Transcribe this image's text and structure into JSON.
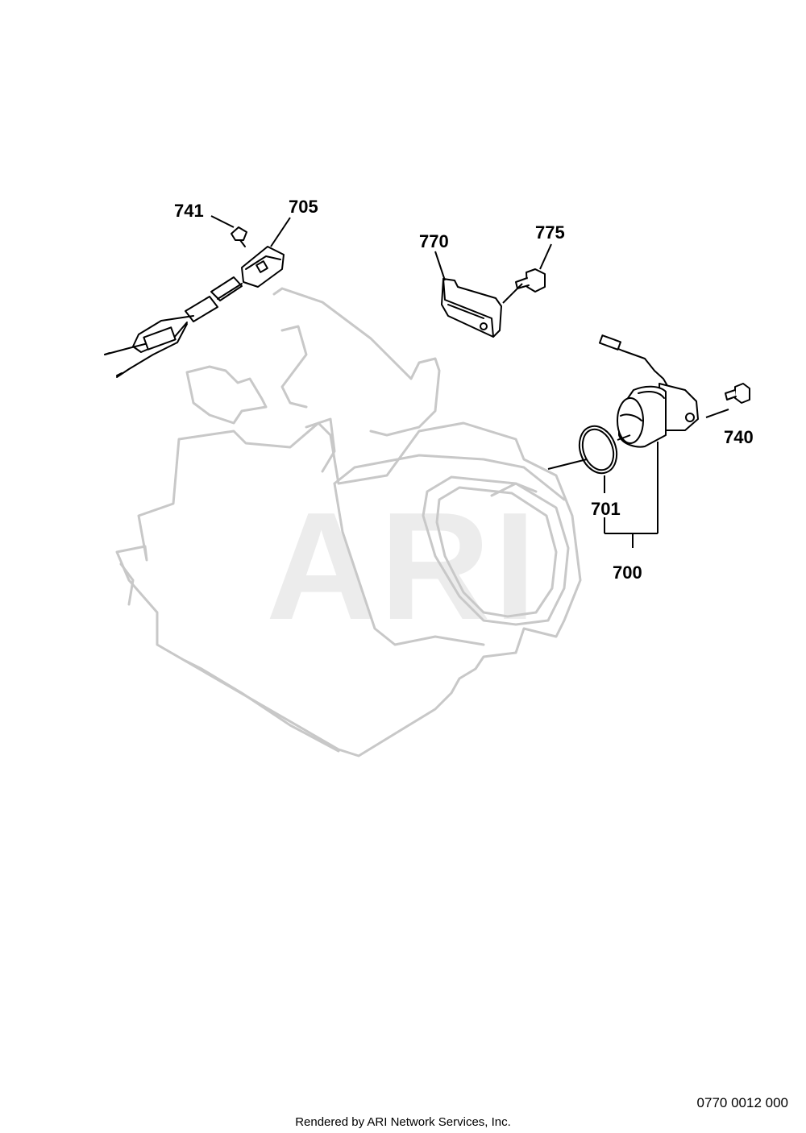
{
  "diagram": {
    "watermark": "ARI",
    "callouts": [
      {
        "id": "741",
        "label": "741"
      },
      {
        "id": "705",
        "label": "705"
      },
      {
        "id": "770",
        "label": "770"
      },
      {
        "id": "775",
        "label": "775"
      },
      {
        "id": "740",
        "label": "740"
      },
      {
        "id": "701",
        "label": "701"
      },
      {
        "id": "700",
        "label": "700"
      }
    ]
  },
  "footer": {
    "reference_code": "0770 0012 000",
    "credit": "Rendered by ARI Network Services, Inc."
  }
}
